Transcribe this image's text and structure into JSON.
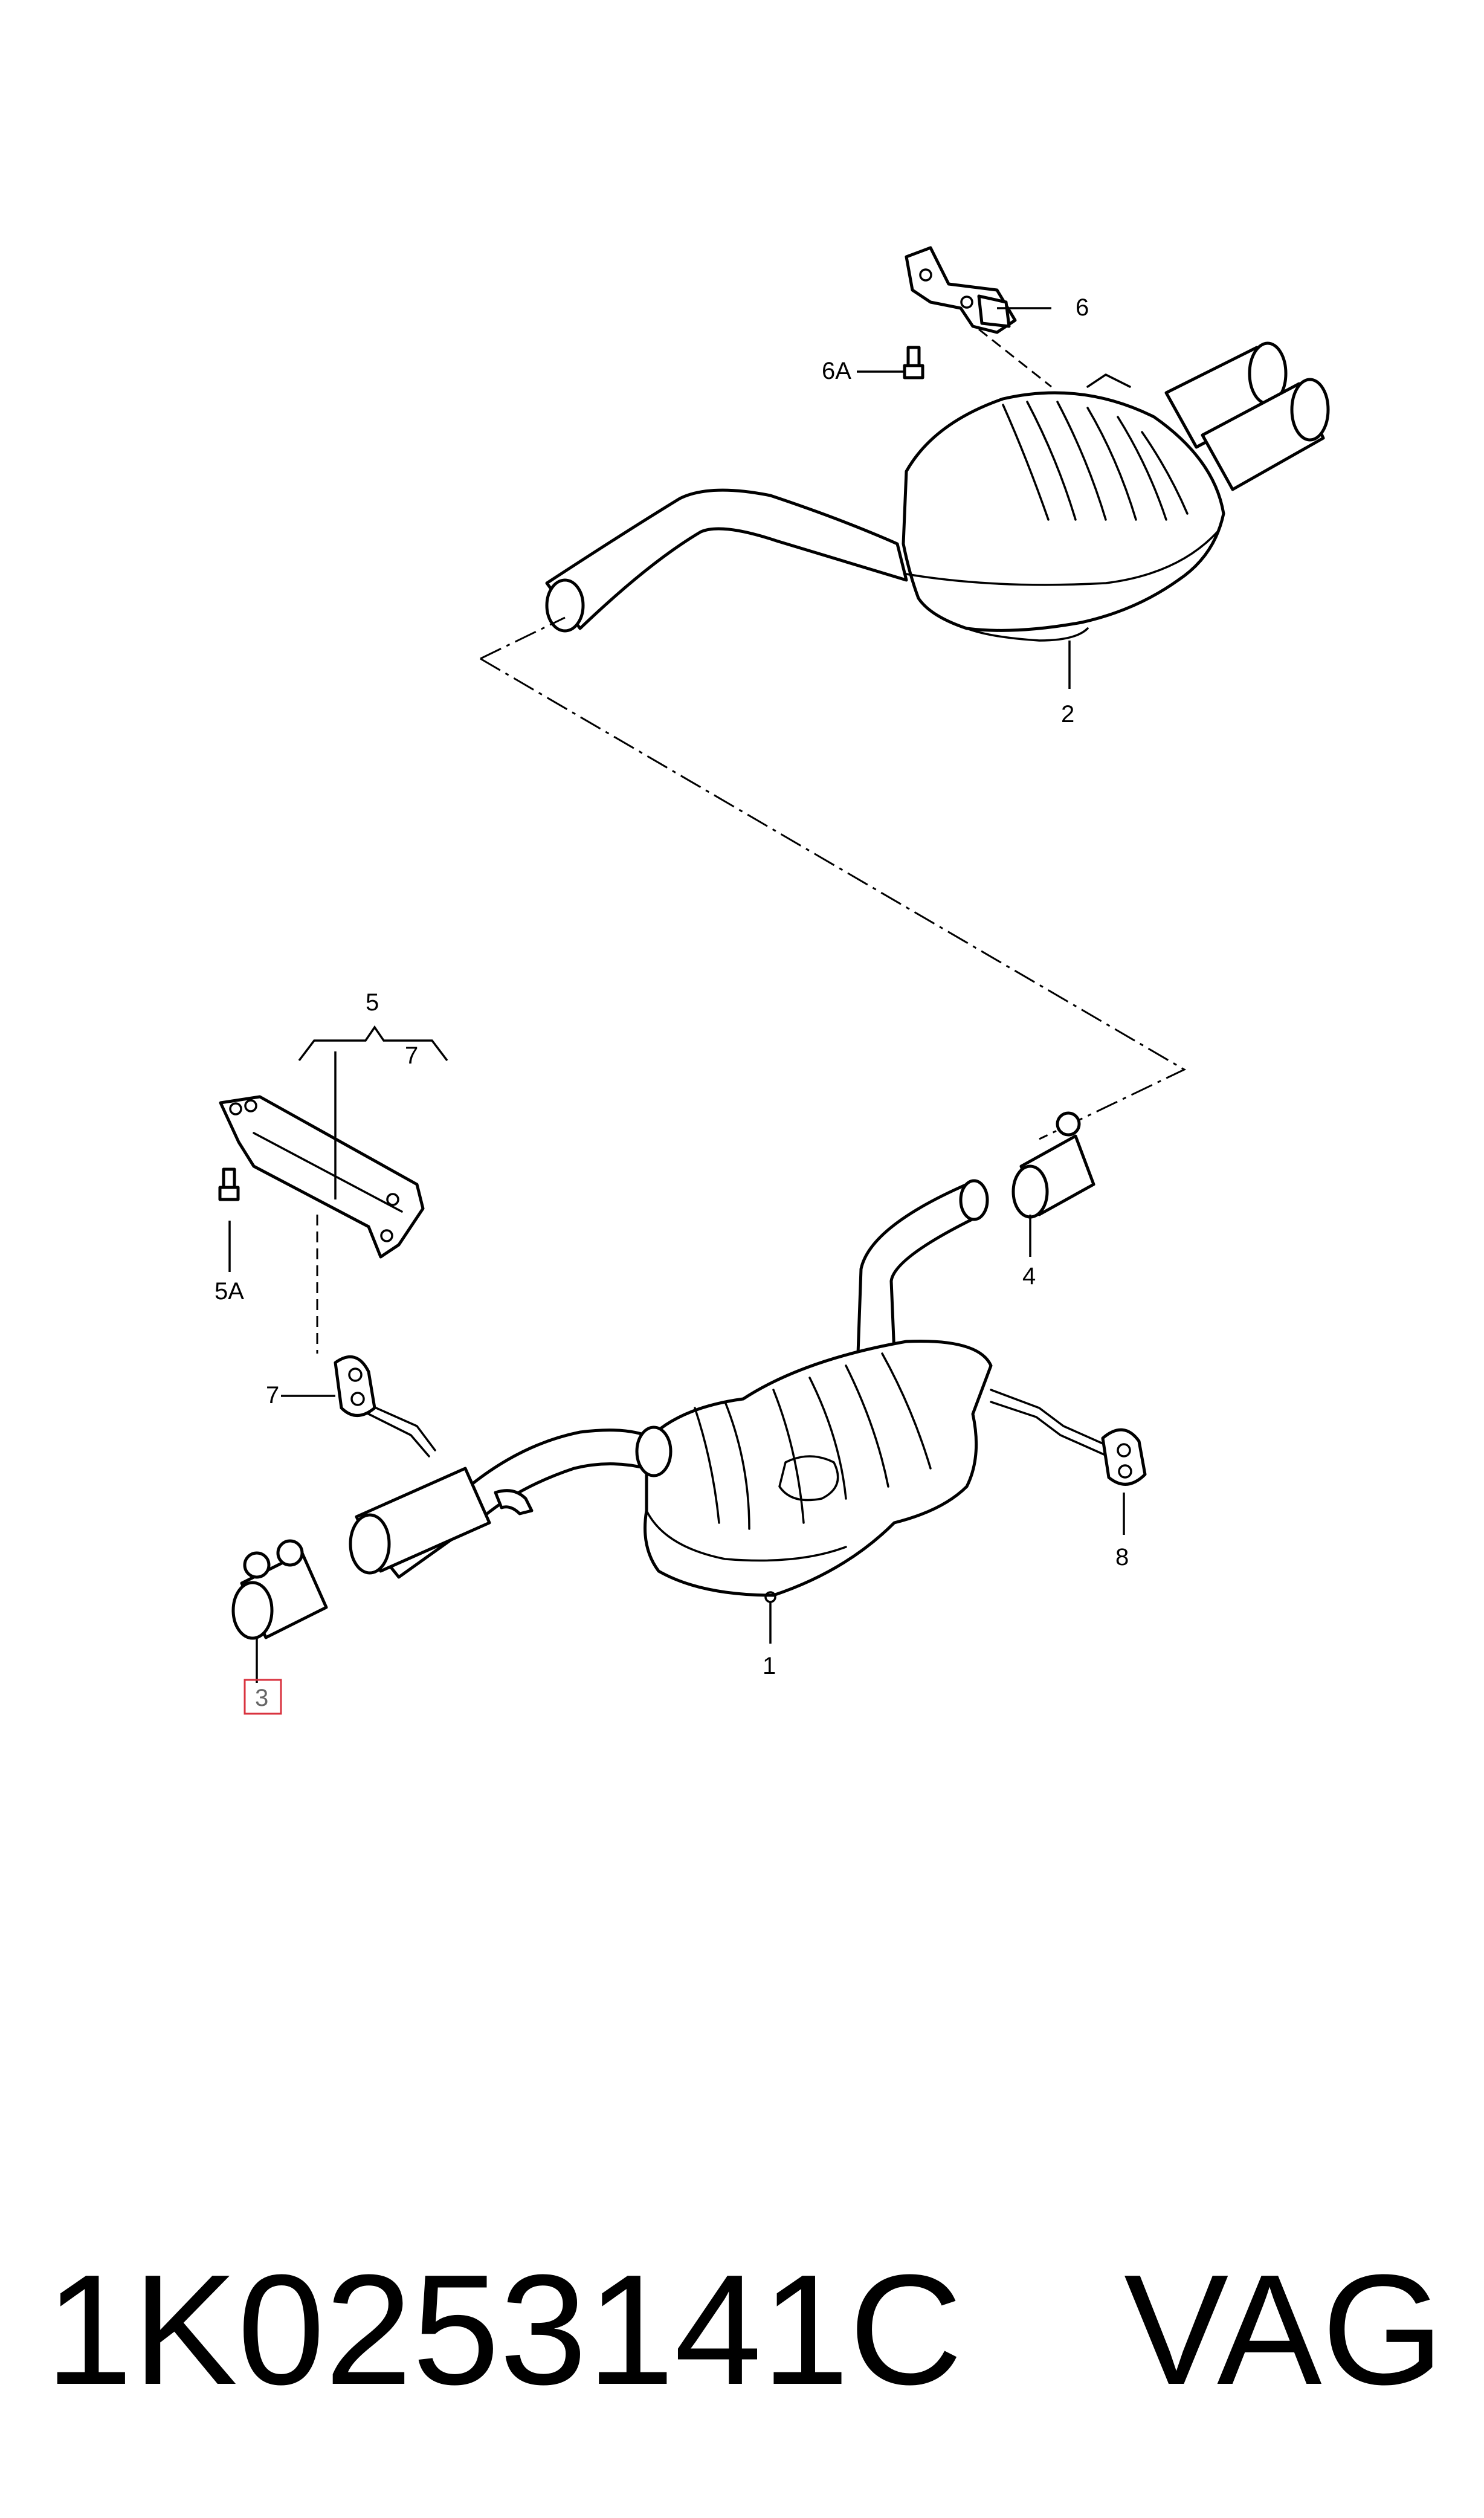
{
  "callouts": {
    "c1": "1",
    "c2": "2",
    "c3": "3",
    "c4": "4",
    "c5": "5",
    "c5a": "5A",
    "c6": "6",
    "c6a": "6A",
    "c7a": "7",
    "c7b": "7",
    "c8": "8"
  },
  "highlighted_callout": "3",
  "highlight_color": "#d9333f",
  "footer": {
    "part_number": "1K0253141C",
    "brand": "VAG"
  }
}
